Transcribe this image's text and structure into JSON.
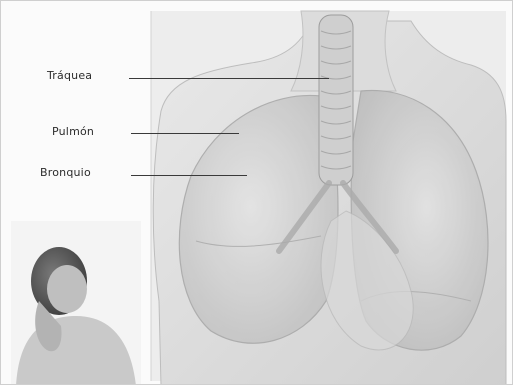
{
  "labels": {
    "trachea": "Tráquea",
    "lung": "Pulmón",
    "bronchus": "Bronquio"
  }
}
